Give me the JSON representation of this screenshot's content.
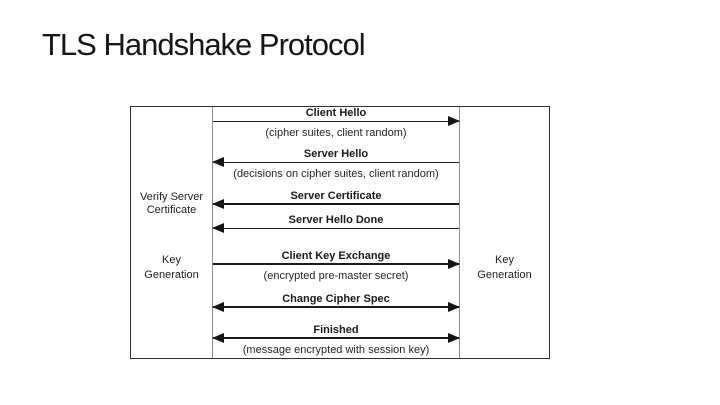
{
  "title": "TLS Handshake Protocol",
  "colors": {
    "background": "#ffffff",
    "ink": "#1a1a1a",
    "box_border": "#2e2e2e",
    "lifeline": "#8f8f8f"
  },
  "diagram": {
    "messages": [
      {
        "title": "Client Hello",
        "subtitle": "(cipher suites, client random)",
        "direction": "right"
      },
      {
        "title": "Server Hello",
        "subtitle": "(decisions on cipher suites, client random)",
        "direction": "left"
      },
      {
        "title": "Server Certificate",
        "subtitle": "",
        "direction": "left"
      },
      {
        "title": "Server Hello Done",
        "subtitle": "",
        "direction": "left"
      },
      {
        "title": "Client Key Exchange",
        "subtitle": "(encrypted pre-master secret)",
        "direction": "right"
      },
      {
        "title": "Change Cipher Spec",
        "subtitle": "",
        "direction": "both"
      },
      {
        "title": "Finished",
        "subtitle": "(message encrypted with session key)",
        "direction": "both"
      }
    ],
    "side_labels": [
      {
        "text": "Verify Server\nCertificate",
        "side": "left"
      },
      {
        "text": "Key\nGeneration",
        "side": "left"
      },
      {
        "text": "Key\nGeneration",
        "side": "right"
      }
    ]
  }
}
